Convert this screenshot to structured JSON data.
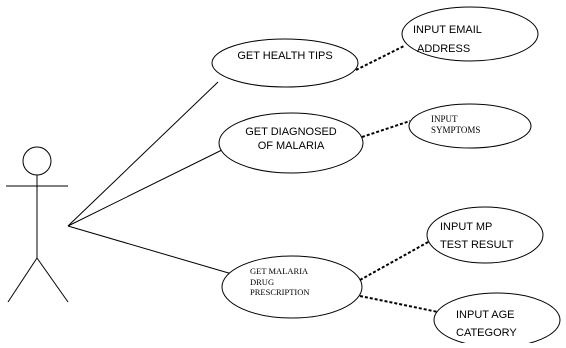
{
  "use_cases": [
    {
      "id": "health-tips",
      "lines": [
        "GET HEALTH TIPS"
      ]
    },
    {
      "id": "diagnosed",
      "lines": [
        "GET DIAGNOSED",
        "OF MALARIA"
      ]
    },
    {
      "id": "prescription",
      "lines": [
        "GET MALARIA",
        "DRUG",
        "PRESCRIPTION"
      ]
    }
  ],
  "inputs": [
    {
      "id": "email",
      "lines": [
        "INPUT EMAIL",
        "ADDRESS"
      ]
    },
    {
      "id": "symptoms",
      "lines": [
        "INPUT",
        "SYMPTOMS"
      ]
    },
    {
      "id": "mp-test",
      "lines": [
        "INPUT MP",
        "TEST RESULT"
      ]
    },
    {
      "id": "age",
      "lines": [
        "INPUT AGE",
        "CATEGORY"
      ]
    }
  ]
}
